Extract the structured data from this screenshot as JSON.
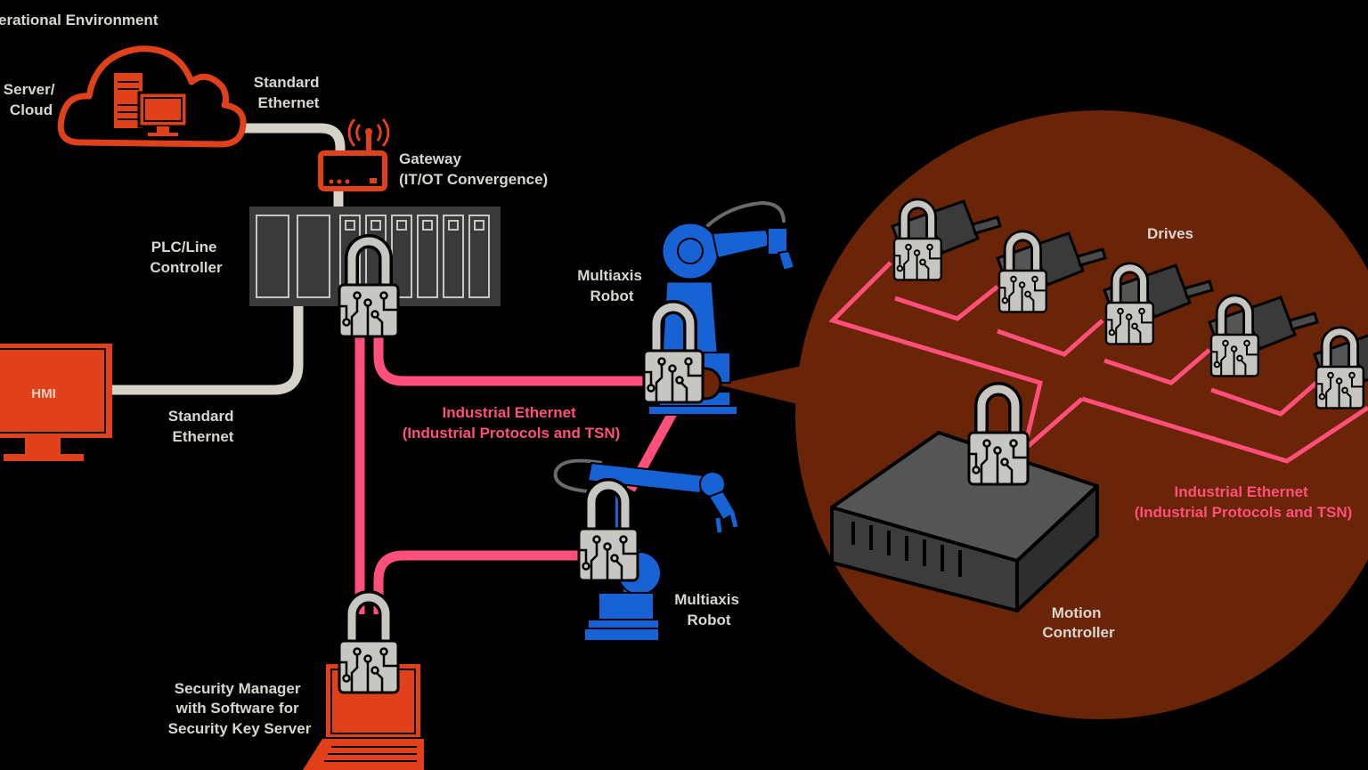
{
  "colors": {
    "background": "#000000",
    "orange": "#e0401a",
    "pink": "#ff4f7a",
    "gray_line": "#d6d2c8",
    "lock_gray": "#c8c6c0",
    "robot_blue": "#1763d6",
    "zoom_circle": "#6a2408",
    "device_gray": "#4a4a4a"
  },
  "labels": {
    "environment": "erational Environment",
    "server_cloud": [
      "Server/",
      "Cloud"
    ],
    "standard_ethernet_top": [
      "Standard",
      "Ethernet"
    ],
    "gateway": [
      "Gateway",
      "(IT/OT Convergence)"
    ],
    "plc": [
      "PLC/Line",
      "Controller"
    ],
    "hmi": "HMI",
    "standard_ethernet_bottom": [
      "Standard",
      "Ethernet"
    ],
    "multiaxis_robot_top": [
      "Multiaxis",
      "Robot"
    ],
    "industrial_ethernet_center": [
      "Industrial Ethernet",
      "(Industrial Protocols and TSN)"
    ],
    "multiaxis_robot_bottom": [
      "Multiaxis",
      "Robot"
    ],
    "security_manager": [
      "Security Manager",
      "with Software for",
      "Security Key Server"
    ],
    "drives": "Drives",
    "industrial_ethernet_right": [
      "Industrial Ethernet",
      "(Industrial Protocols and TSN)"
    ],
    "motion_controller": [
      "Motion",
      "Controller"
    ]
  },
  "icons": [
    "cloud-server-icon",
    "router-icon",
    "plc-rack-icon",
    "monitor-icon",
    "laptop-icon",
    "robot-arm-icon",
    "padlock-icon",
    "drive-motor-icon",
    "motion-controller-icon"
  ]
}
